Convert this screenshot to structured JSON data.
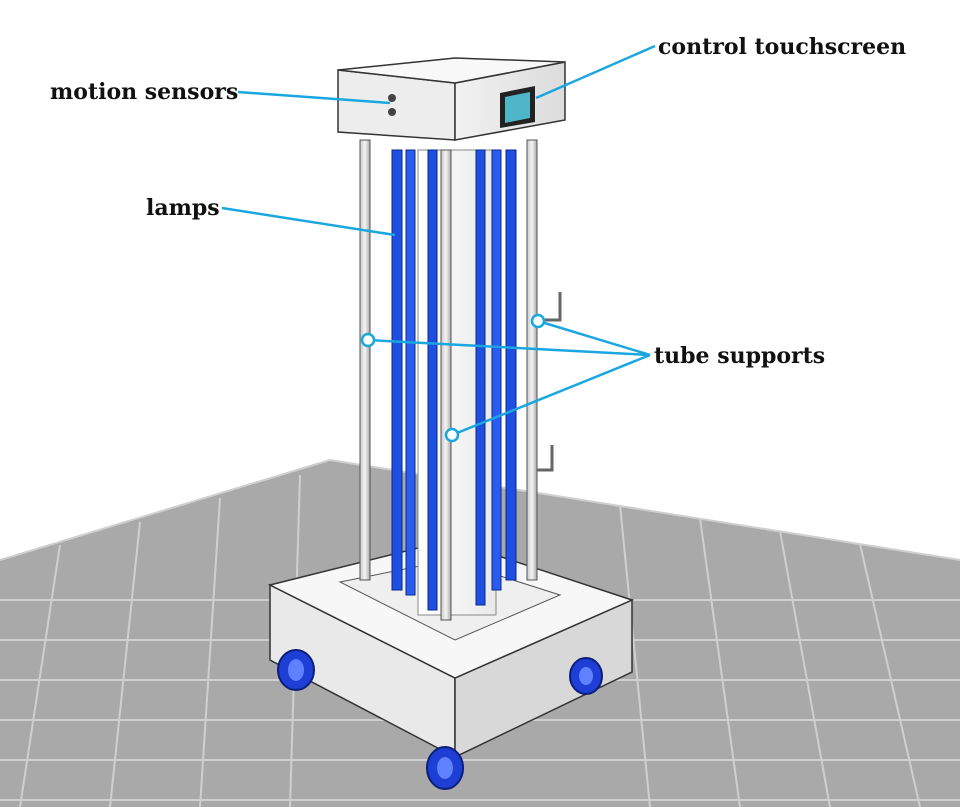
{
  "labels": {
    "motion_sensors": "motion sensors",
    "control_touchscreen": "control touchscreen",
    "lamps": "lamps",
    "tube_supports": "tube supports"
  },
  "colors": {
    "lamp_blue": "#1f4fe0",
    "leader_line": "#1aa7e0",
    "wheel_blue": "#1d3fd6",
    "floor_grid": "#b9b9b9",
    "screen_teal": "#4fb6c9"
  }
}
